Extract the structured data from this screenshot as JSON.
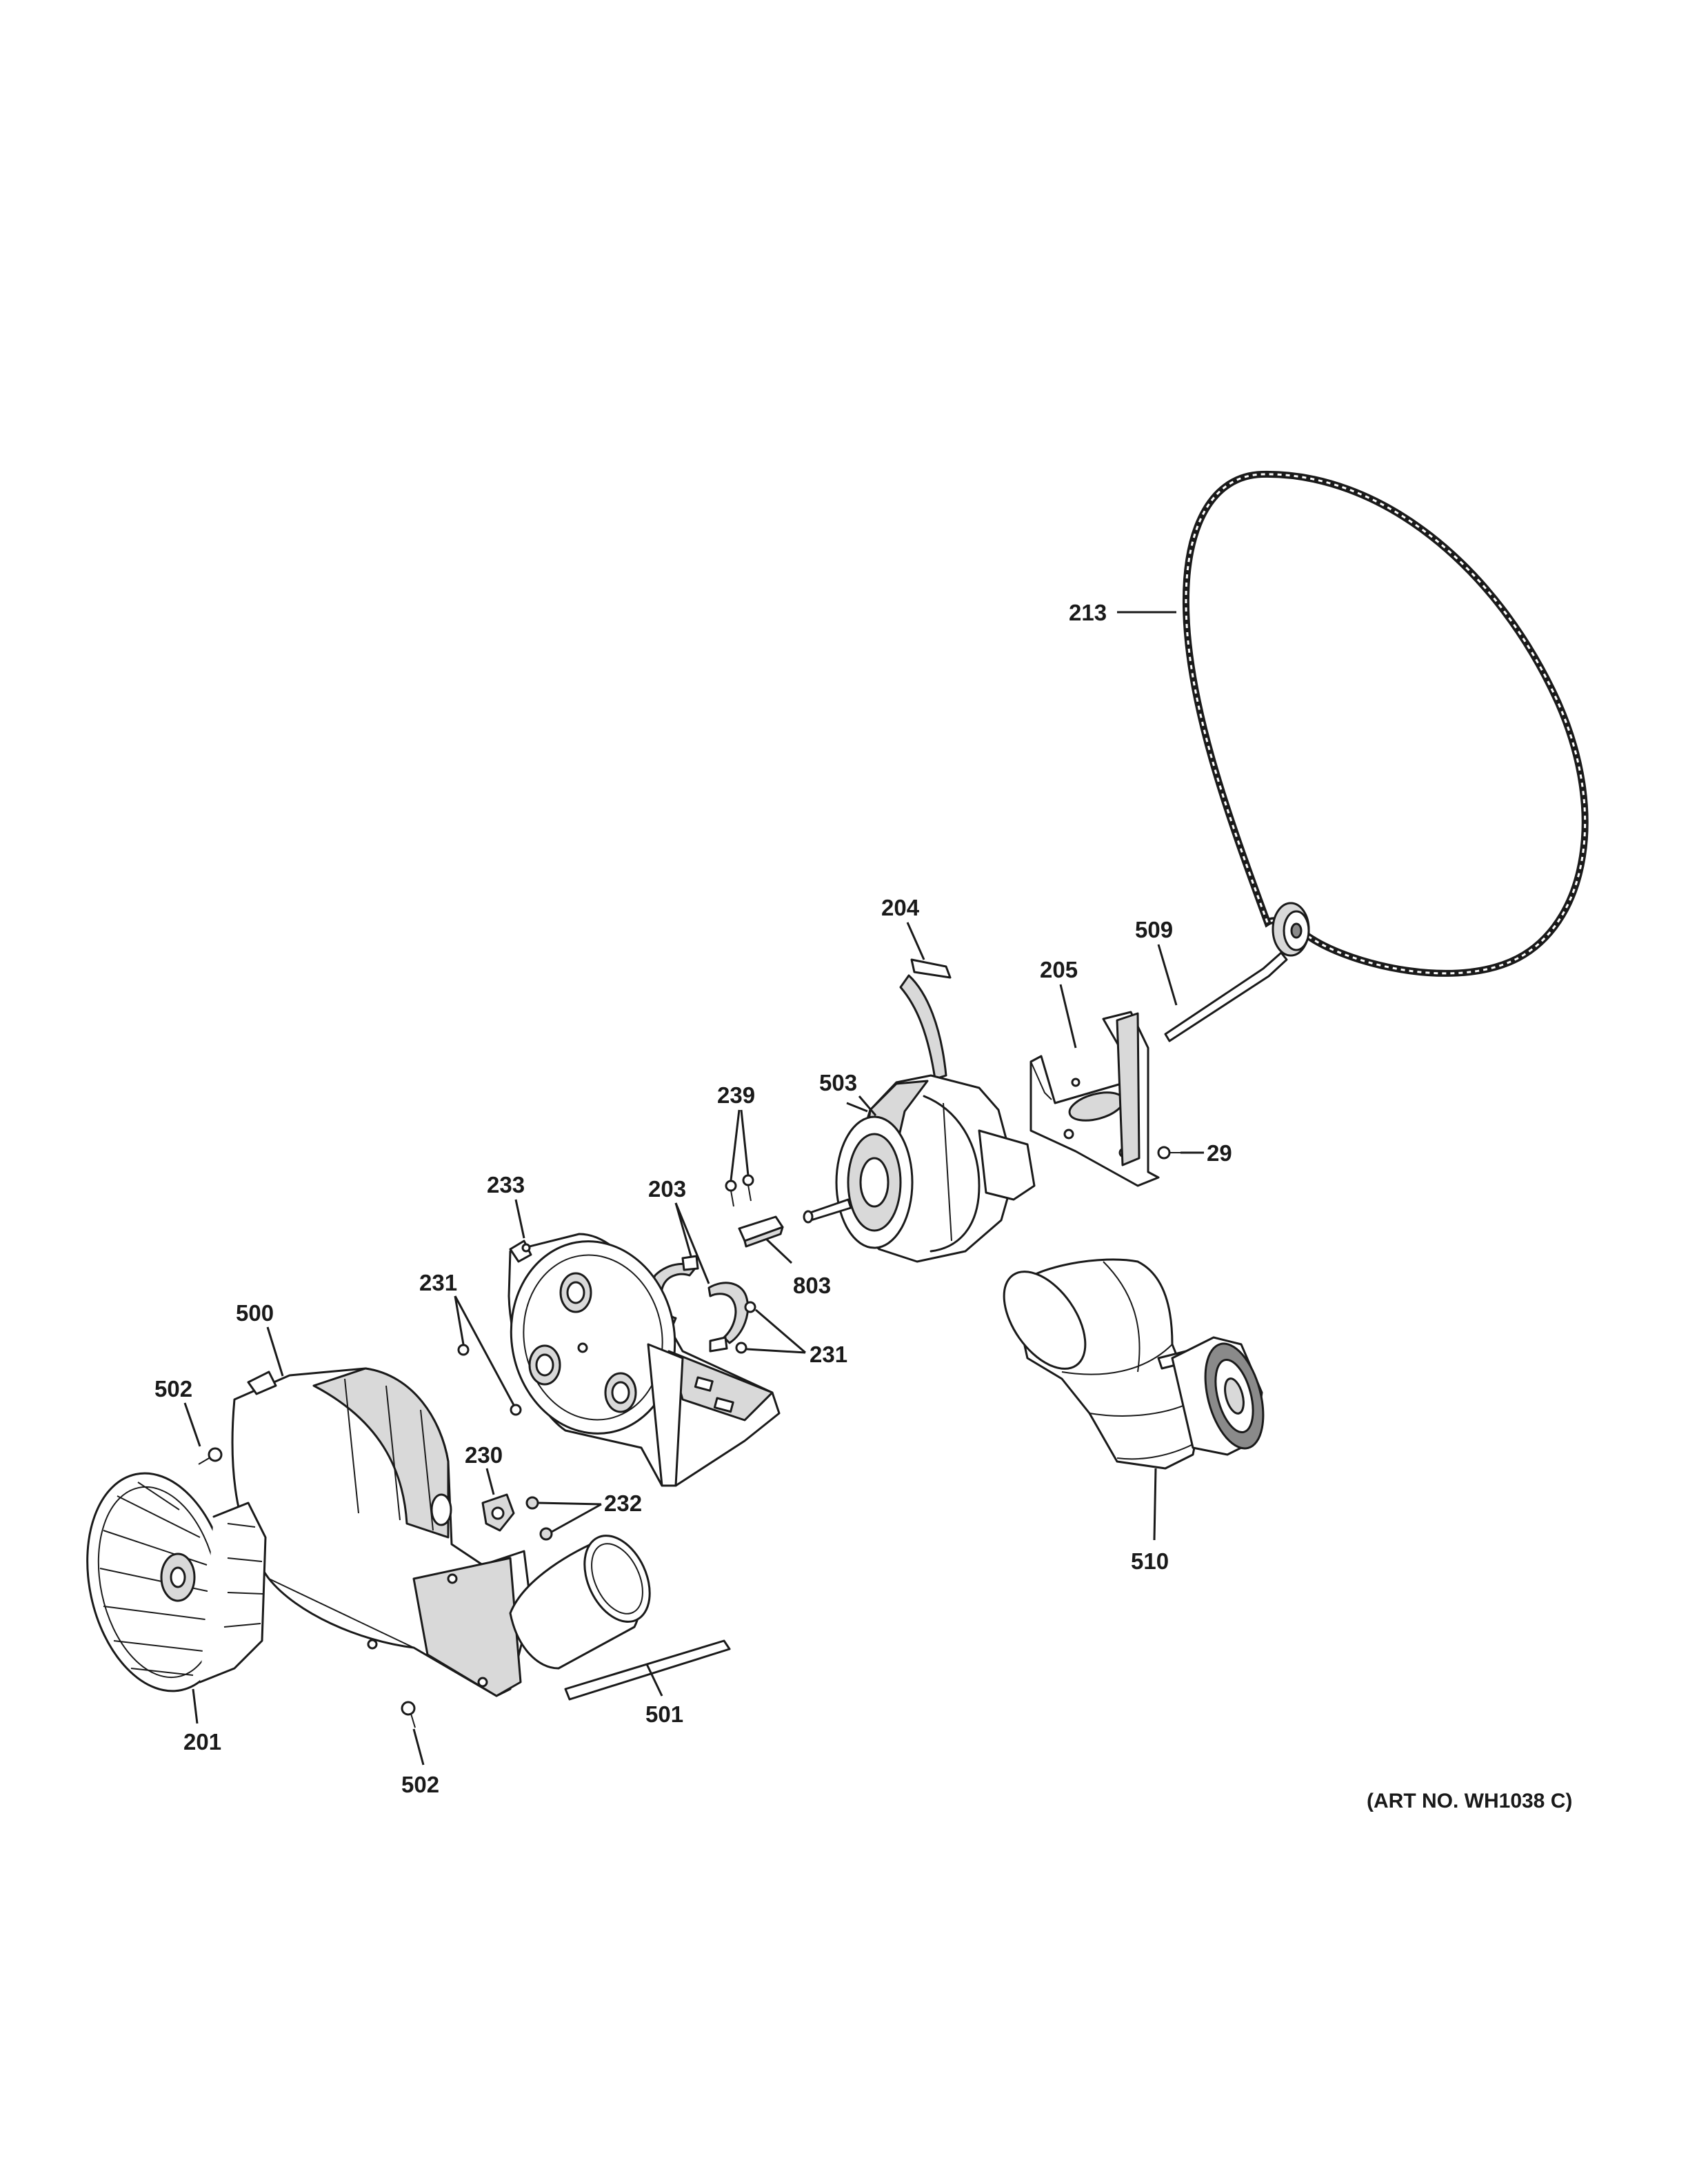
{
  "diagram": {
    "art_number": "(ART NO. WH1038 C)",
    "callouts": {
      "p213": "213",
      "p204": "204",
      "p509": "509",
      "p205": "205",
      "p503": "503",
      "p29": "29",
      "p239": "239",
      "p233": "233",
      "p203": "203",
      "p803": "803",
      "p231a": "231",
      "p231b": "231",
      "p500": "500",
      "p502a": "502",
      "p230": "230",
      "p232": "232",
      "p510": "510",
      "p501": "501",
      "p201": "201",
      "p502b": "502"
    }
  }
}
